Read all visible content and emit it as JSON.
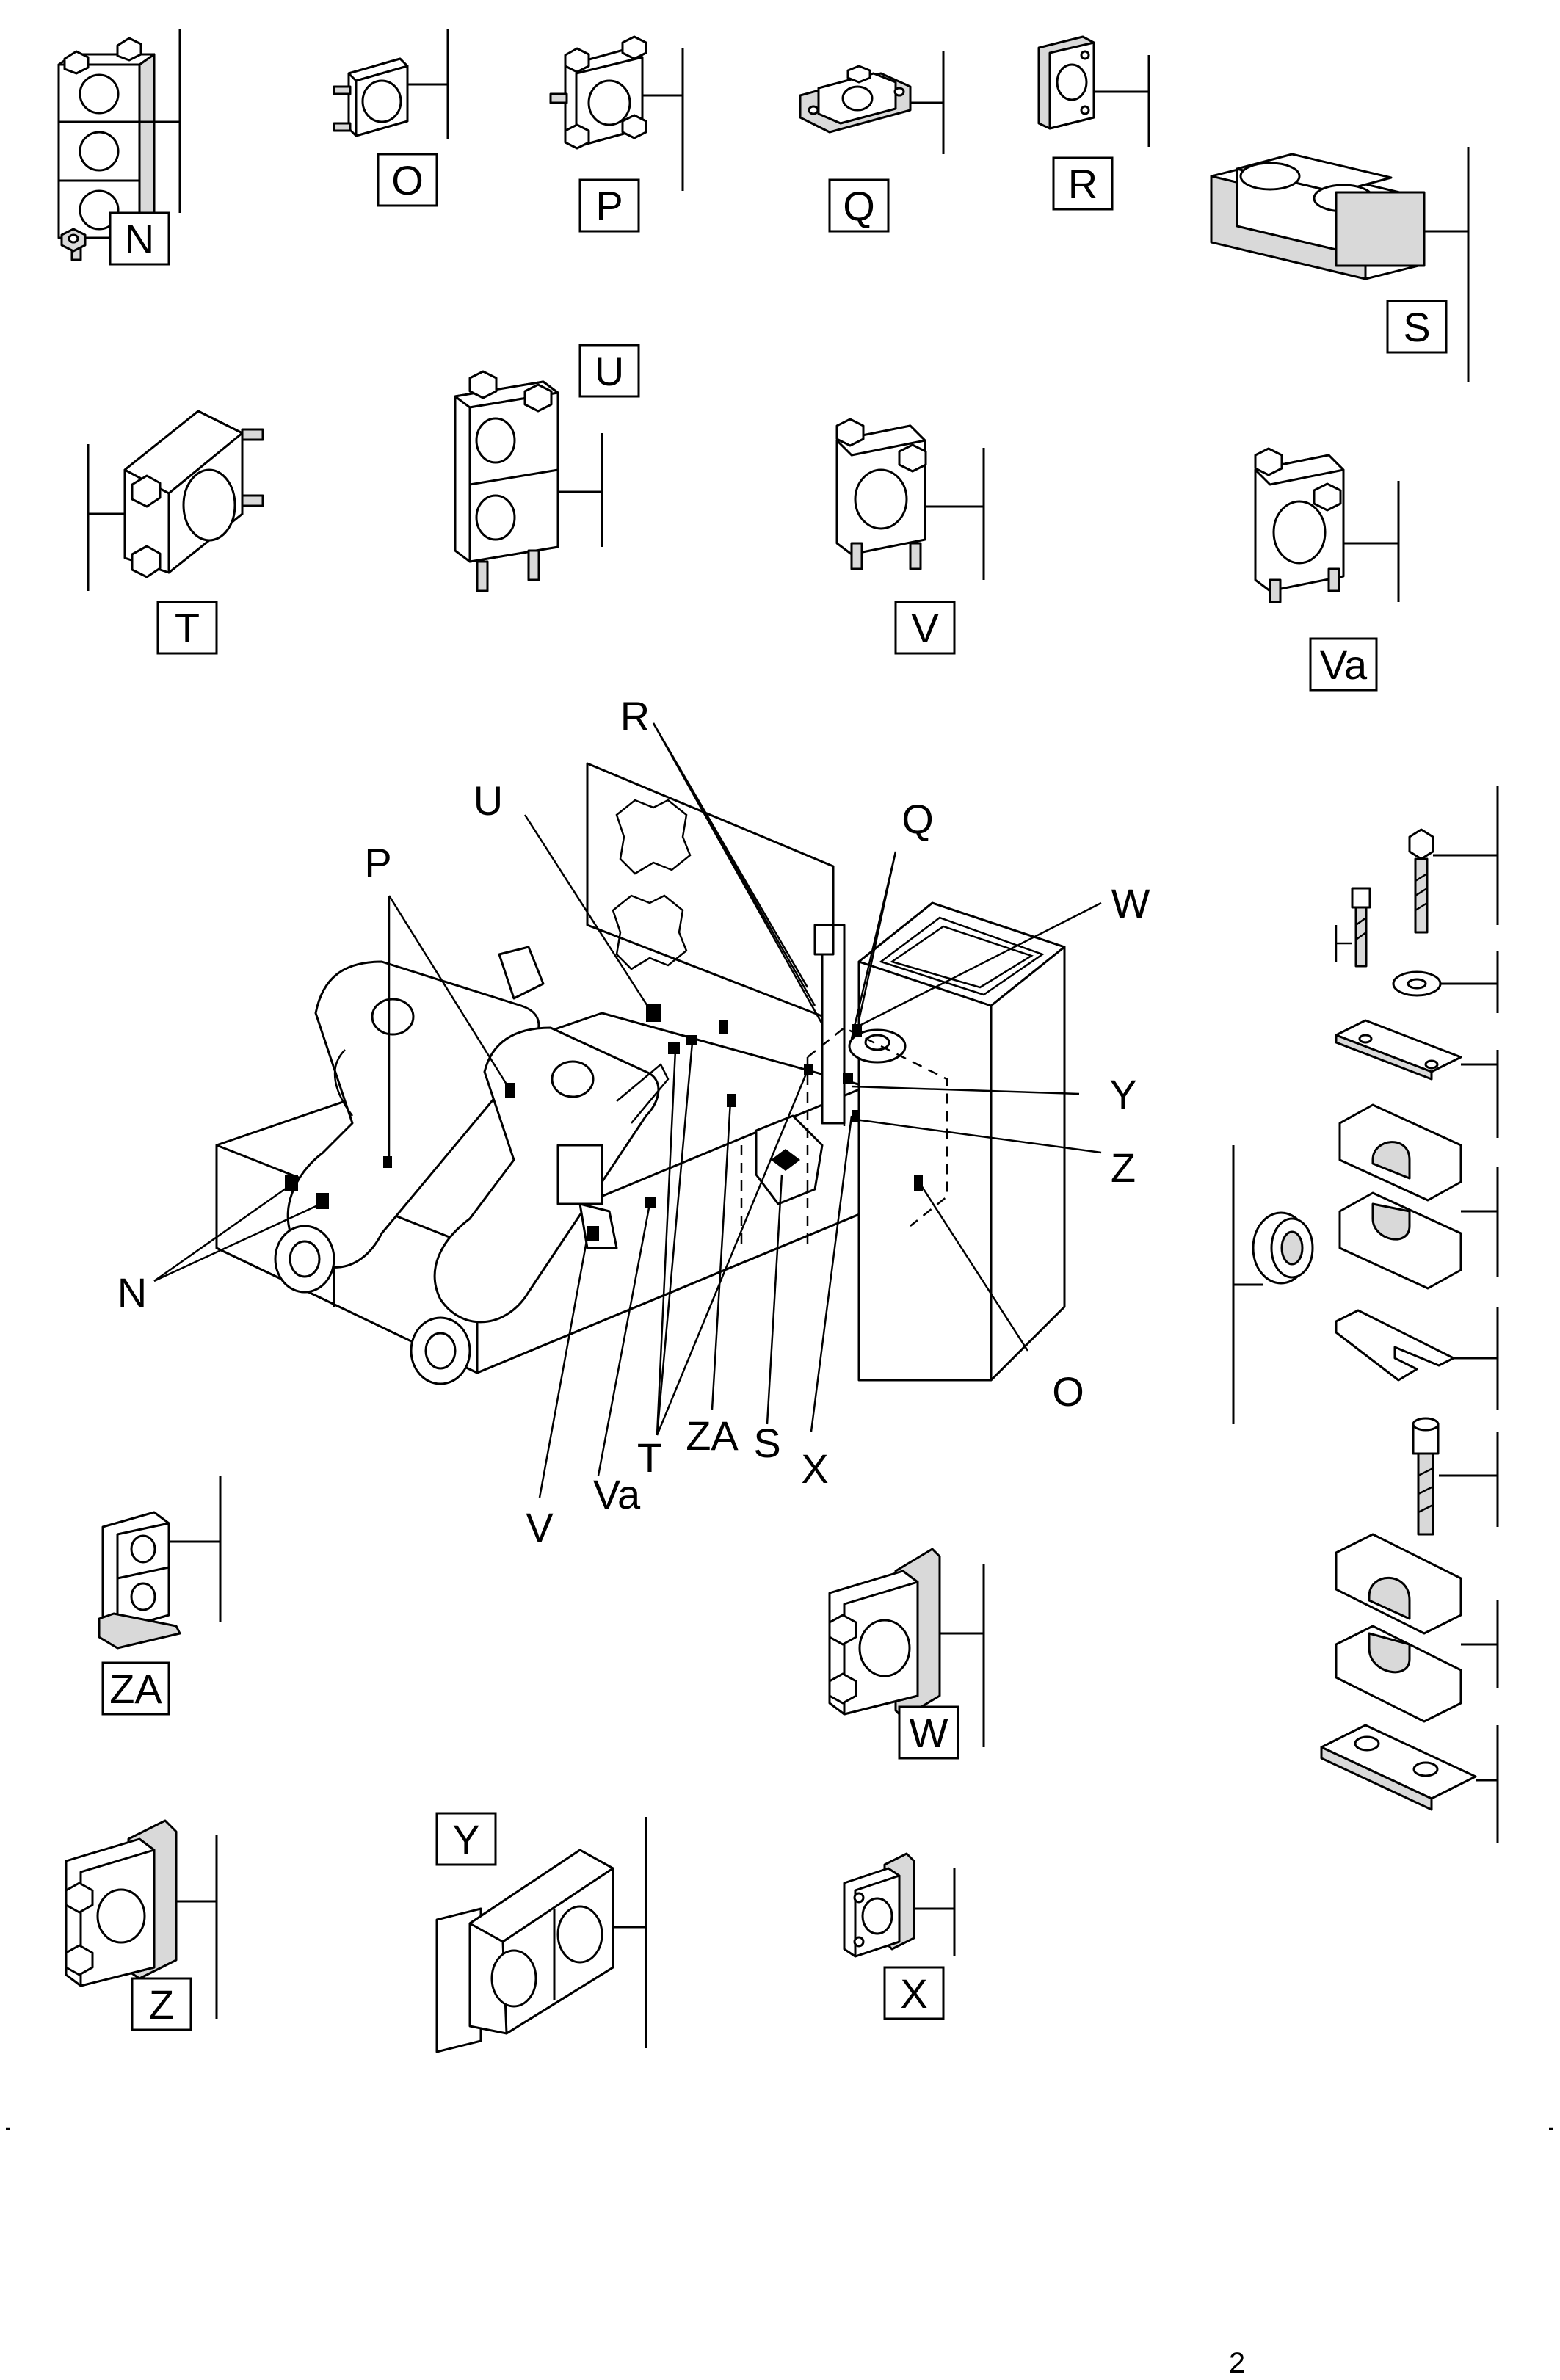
{
  "labels": {
    "N": "N",
    "O": "O",
    "P": "P",
    "Q": "Q",
    "R": "R",
    "S": "S",
    "T": "T",
    "U": "U",
    "V": "V",
    "Va": "Va",
    "W": "W",
    "X": "X",
    "Y": "Y",
    "Z": "Z",
    "ZA": "ZA"
  },
  "callouts": {
    "R": "R",
    "U": "U",
    "P": "P",
    "Q": "Q",
    "W": "W",
    "Y": "Y",
    "Z": "Z",
    "N": "N",
    "O": "O",
    "V": "V",
    "Va": "Va",
    "T": "T",
    "ZA": "ZA",
    "S": "S",
    "X": "X"
  },
  "page_number": "2"
}
